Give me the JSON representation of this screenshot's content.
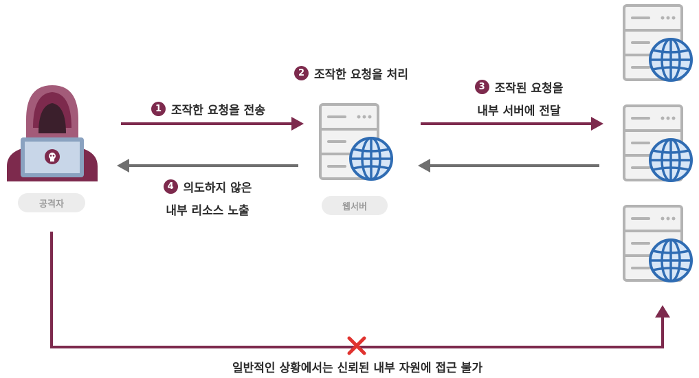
{
  "actors": {
    "attacker_label": "공격자",
    "webserver_label": "웹서버"
  },
  "steps": {
    "step1": {
      "num": "1",
      "text": "조작한 요청을 전송"
    },
    "step2": {
      "num": "2",
      "text": "조작한 요청을 처리"
    },
    "step3": {
      "num": "3",
      "line1": "조작된 요청을",
      "line2": "내부 서버에 전달"
    },
    "step4": {
      "num": "4",
      "line1": "의도하지 않은",
      "line2": "내부 리소스 노출"
    }
  },
  "footer_note": "일반적인 상황에서는 신뢰된 내부 자원에 접근 불가",
  "colors": {
    "accent": "#7d2a4d",
    "gray_arrow": "#6f6f6f",
    "server_body": "#f2f2f2",
    "server_stroke": "#b3b3b3",
    "globe": "#2f6cb3",
    "globe_fill": "#d7e6f7",
    "cross": "#e0332f"
  },
  "icons": [
    "hacker-icon",
    "skull-icon",
    "server-icon",
    "globe-icon",
    "cross-icon",
    "arrow-icon"
  ]
}
